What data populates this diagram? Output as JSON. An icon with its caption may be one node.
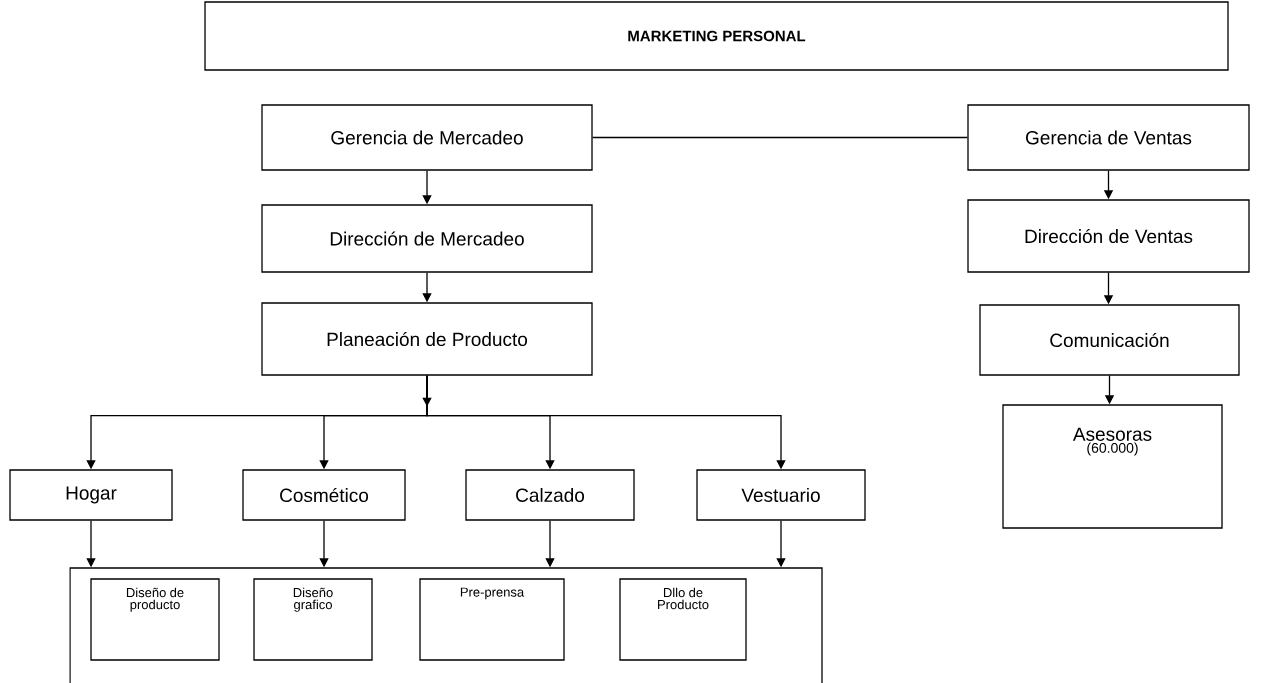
{
  "diagram": {
    "nodes": [
      {
        "text": [
          "MARKETING PERSONAL"
        ]
      },
      {
        "text": [
          "Gerencia de Mercadeo"
        ]
      },
      {
        "text": [
          "Dirección de Mercadeo"
        ]
      },
      {
        "text": [
          "Planeación de Producto"
        ]
      },
      {
        "text": [
          "Gerencia de Ventas"
        ]
      },
      {
        "text": [
          "Dirección de Ventas"
        ]
      },
      {
        "text": [
          "Comunicación"
        ]
      },
      {
        "text": [
          "Asesoras",
          "(60.000)"
        ]
      },
      {
        "text": [
          "Hogar"
        ]
      },
      {
        "text": [
          "Cosmético"
        ]
      },
      {
        "text": [
          "Calzado"
        ]
      },
      {
        "text": [
          "Vestuario"
        ]
      },
      {
        "text": [],
        "shape": "box"
      },
      {
        "text": [
          "Diseño de producto"
        ],
        "in": 12
      },
      {
        "text": [
          "Diseño grafico"
        ],
        "in": 12
      },
      {
        "text": [
          "Pre-prensa"
        ],
        "in": 12
      },
      {
        "text": [
          "Dllo de Producto"
        ],
        "in": 12
      }
    ],
    "edges": [
      {
        "from": 1,
        "to": 4,
        "arrow": "none"
      },
      {
        "from": 1,
        "to": 2,
        "arrow": "to"
      },
      {
        "from": 2,
        "to": 3,
        "arrow": "to"
      },
      {
        "from": 4,
        "to": 5,
        "arrow": "to"
      },
      {
        "from": 5,
        "to": 6,
        "arrow": "to"
      },
      {
        "from": 6,
        "to": 7,
        "arrow": "to"
      },
      {
        "from": 3,
        "to": 8,
        "arrow": "to"
      },
      {
        "from": 3,
        "to": 9,
        "arrow": "to"
      },
      {
        "from": 3,
        "to": 10,
        "arrow": "to"
      },
      {
        "from": 3,
        "to": 11,
        "arrow": "to"
      },
      {
        "from": 8,
        "to": 12,
        "arrow": "to"
      },
      {
        "from": 9,
        "to": 12,
        "arrow": "to"
      },
      {
        "from": 10,
        "to": 12,
        "arrow": "to"
      },
      {
        "from": 11,
        "to": 12,
        "arrow": "to"
      }
    ]
  }
}
